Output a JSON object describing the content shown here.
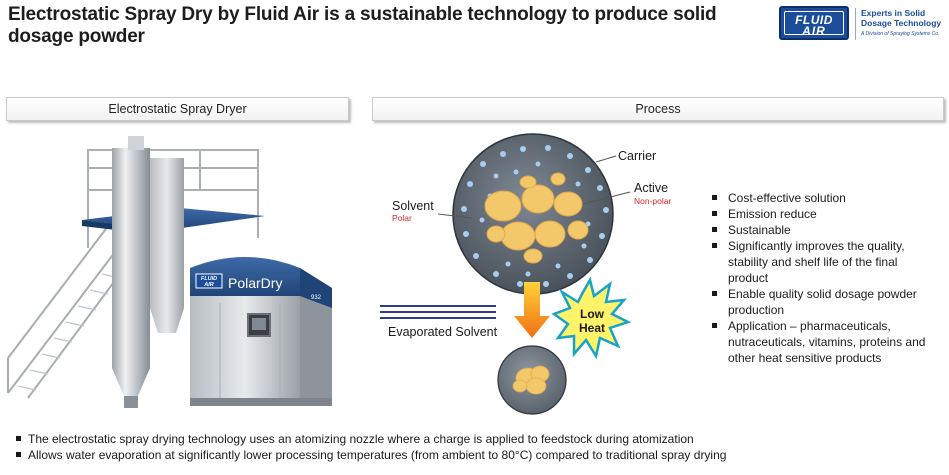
{
  "title": "Electrostatic Spray Dry by Fluid Air is a sustainable technology to produce solid dosage powder",
  "logo": {
    "line1": "FLUID",
    "line2": "AIR",
    "tagline1": "Experts in Solid",
    "tagline2": "Dosage Technology",
    "tagline3": "A Division of Spraying Systems Co."
  },
  "left_header": "Electrostatic Spray Dryer",
  "right_header": "Process",
  "machine": {
    "badge_line1": "FLUID",
    "badge_line2": "AIR",
    "brand": "PolarDry",
    "model": "932"
  },
  "diagram": {
    "carrier": "Carrier",
    "active": "Active",
    "active_sub": "Non-polar",
    "solvent": "Solvent",
    "solvent_sub": "Polar",
    "evaporated": "Evaporated Solvent",
    "low": "Low",
    "heat": "Heat"
  },
  "colors": {
    "brand_blue": "#1b4d9b",
    "red_label": "#d9262c",
    "arrow_orange": "#f08a1c",
    "burst_yellow": "#fff36a",
    "particle_gold": "#f3c86b"
  },
  "bullets": [
    "Cost-effective  solution",
    "Emission reduce",
    "Sustainable",
    "Significantly improves  the quality, stability and shelf life of the final product",
    "Enable quality solid dosage powder production",
    "Application – pharmaceuticals, nutraceuticals, vitamins, proteins and other heat sensitive products"
  ],
  "notes": [
    "The electrostatic spray drying technology uses an atomizing nozzle where  a charge is applied to feedstock during atomization",
    "Allows water evaporation  at significantly lower processing temperatures  (from ambient to 80°C) compared to traditional spray drying"
  ]
}
